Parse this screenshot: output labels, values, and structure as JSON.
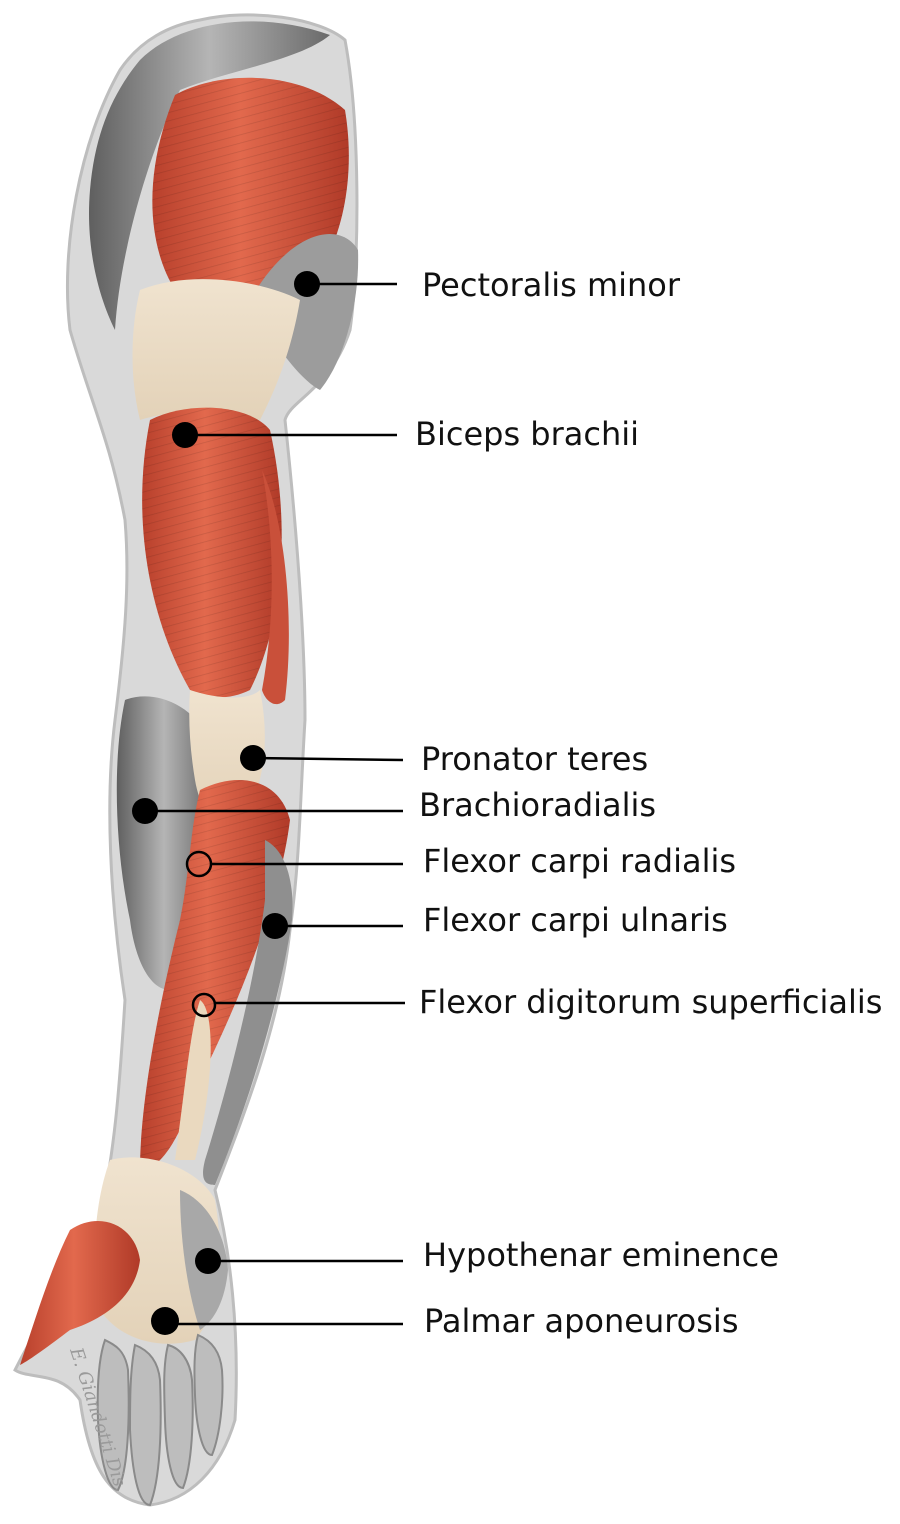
{
  "colors": {
    "muscle_red": "#d4513a",
    "muscle_light": "#e98a6a",
    "tendon": "#eadcc6",
    "grey_muscle": "#9b9b9b",
    "grey_dark": "#6e6e6e",
    "skin_outline": "#c9c9c9",
    "leader": "#000000"
  },
  "labels": [
    {
      "id": "pectoralis-minor",
      "text": "Pectoralis minor",
      "marker": "filled"
    },
    {
      "id": "biceps-brachii",
      "text": "Biceps brachii",
      "marker": "filled"
    },
    {
      "id": "pronator-teres",
      "text": "Pronator teres",
      "marker": "filled"
    },
    {
      "id": "brachioradialis",
      "text": "Brachioradialis",
      "marker": "filled"
    },
    {
      "id": "flexor-carpi-radialis",
      "text": "Flexor carpi radialis",
      "marker": "open"
    },
    {
      "id": "flexor-carpi-ulnaris",
      "text": "Flexor carpi ulnaris",
      "marker": "filled"
    },
    {
      "id": "flexor-digitorum-superficialis",
      "text": "Flexor digitorum superficialis",
      "marker": "open"
    },
    {
      "id": "hypothenar-eminence",
      "text": "Hypothenar eminence",
      "marker": "filled"
    },
    {
      "id": "palmar-aponeurosis",
      "text": "Palmar aponeurosis",
      "marker": "filled"
    }
  ],
  "signature": "E. Giandotti Dis."
}
